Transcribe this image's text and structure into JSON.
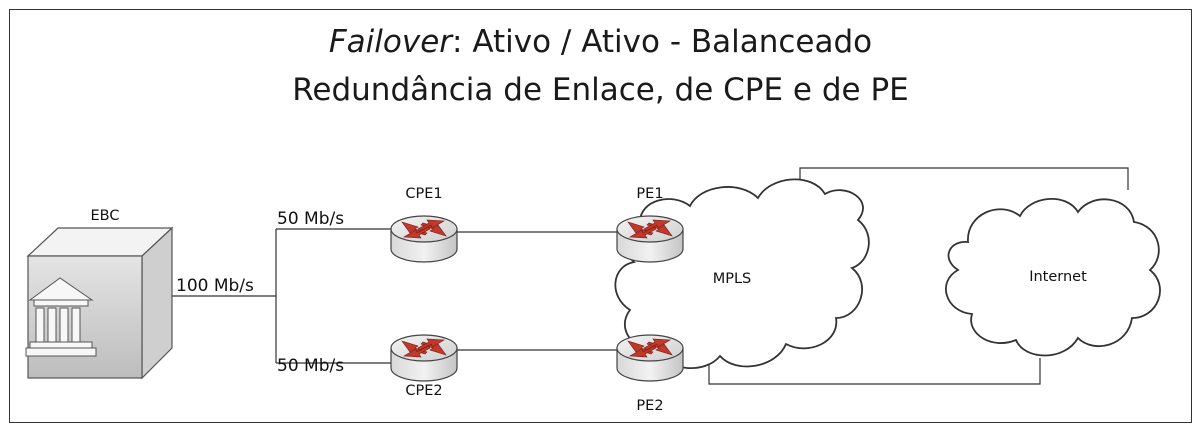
{
  "title": {
    "line1_italic": "Failover",
    "line1_rest": ": Ativo / Ativo - Balanceado",
    "line2": "Redundância de Enlace, de CPE e de PE"
  },
  "nodes": {
    "ebc": "EBC",
    "cpe1": "CPE1",
    "cpe2": "CPE2",
    "pe1": "PE1",
    "pe2": "PE2",
    "mpls": "MPLS",
    "internet": "Internet"
  },
  "links": {
    "ebc_uplink": "100 Mb/s",
    "cpe1_link": "50 Mb/s",
    "cpe2_link": "50 Mb/s"
  },
  "colors": {
    "router_arrow": "#c0392b",
    "line": "#333333"
  }
}
